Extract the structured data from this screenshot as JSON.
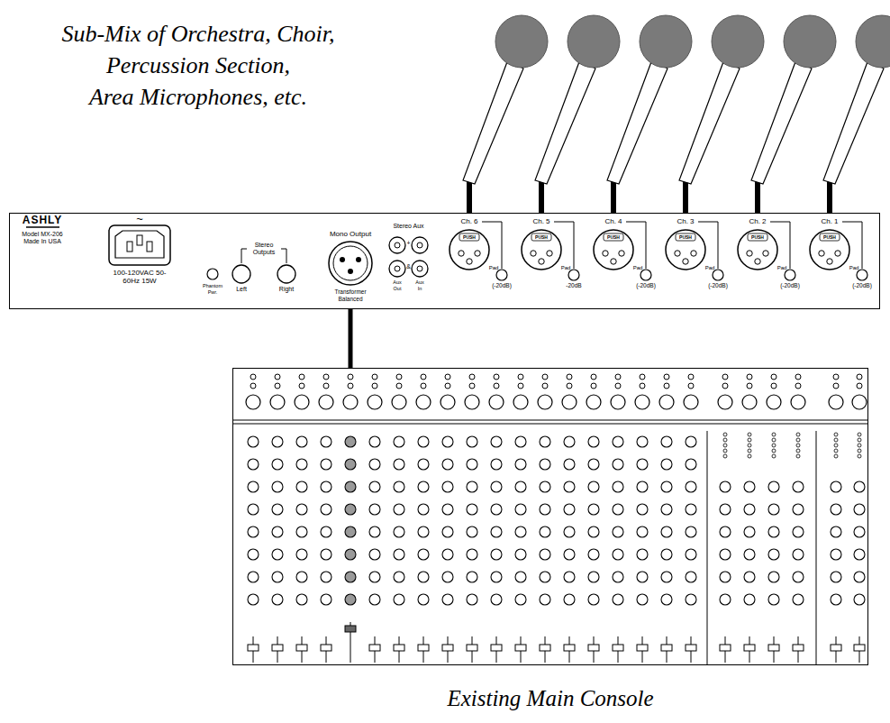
{
  "diagram": {
    "nodes": [
      {
        "text": [
          "ASHLY",
          "Model MX-206 Made In USA",
          "~",
          "100-120VAC 50-60Hz 15W",
          "Phantom Pwr.",
          "Stereo Outputs",
          "Left",
          "Right",
          "Mono Output",
          "Transformer Balanced",
          "Stereo Aux",
          "+",
          "&",
          "Aux Out",
          "Aux In",
          "Ch. 6",
          "PUSH",
          "Pad",
          "(-20dB)",
          "Ch. 5",
          "PUSH",
          "Pad",
          "-20dB",
          "Ch. 4",
          "PUSH",
          "Pad",
          "(-20dB)",
          "Ch. 3",
          "PUSH",
          "Pad",
          "(-20dB)",
          "Ch. 2",
          "PUSH",
          "Pad",
          "(-20dB)",
          "Ch. 1",
          "PUSH",
          "Pad",
          "(-20dB)"
        ]
      },
      {
        "text": [
          "Existing Main Console"
        ]
      }
    ],
    "edges": [
      {
        "from": 0,
        "to": 1,
        "arrow": "none"
      }
    ],
    "labels": [
      "Sub-Mix of Orchestra, Choir, Percussion Section, Area Microphones, etc."
    ]
  }
}
